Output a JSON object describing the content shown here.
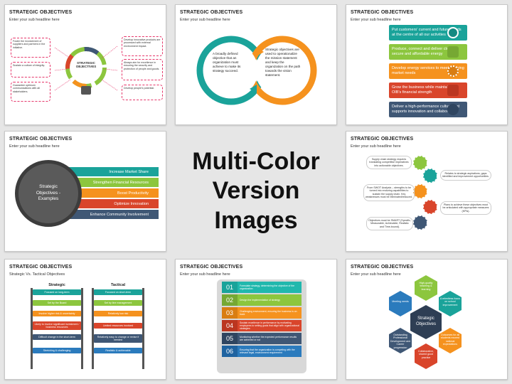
{
  "title": "STRATEGIC OBJECTIVES",
  "subtitle": "Enter your sub headline here",
  "center": {
    "line1": "Multi-Color",
    "line2": "Version Images"
  },
  "slide1": {
    "hub": "STRATEGIC OBJECTIVES",
    "left": [
      "Foster the involvement of suppliers and partners in the initiative.",
      "Sustain a culture of integrity.",
      "Guarantee optimum communications with all stakeholders."
    ],
    "right": [
      "Develop innovative products are processed with external environment impact.",
      "Always aim for excellence in ensuring the security and protection of people and goods.",
      "Develop people's potential."
    ]
  },
  "slide2": {
    "left": "A broadly defined objective that an organization must achieve to make its strategy succeed.",
    "right": "Strategic objectives are used to operationalize the mission statement and keep the organization on the path towards the vision statement."
  },
  "slide3": {
    "items": [
      "Put customers' current and future needs at the centre of all our activities",
      "Produce, connect and deliver clean, secure and affordable energy",
      "Develop energy services to meet evolving market needs",
      "Grow the business while maintaining OIB's financial strength",
      "Deliver a high-performance culture that supports innovation and collaboration"
    ],
    "colors": [
      "#1ba39c",
      "#8dc63f",
      "#f7941d",
      "#e04f2f",
      "#3d5a80"
    ]
  },
  "slide4": {
    "circle": "Strategic Objectives - Examples",
    "bars": [
      "Increase Market Share",
      "Strengthen Financial Resources",
      "Boost Productivity",
      "Optimize Innovation",
      "Enhance Community Involvement"
    ],
    "colors": [
      "#1aa39a",
      "#8cc63e",
      "#f5921e",
      "#d9452b",
      "#3f5775"
    ]
  },
  "slide5": {
    "items": [
      "Supply chain strategy requires translating competitive imperatives into actionable objectives.",
      "Relates to strategic aspirations, gaps identified and improvement opportunities.",
      "From SWOT Analysis – strengths to be turned into enduring capabilities to sustain the supply chain. Key weaknesses must be eliminated/reduced.",
      "Plans to achieve these objectives must be articulated with appropriate measures (KPIs).",
      "Objectives must be SMART (Specific, Measurable, Achievable, Realistic and Time-bound)."
    ]
  },
  "slide6": {
    "subtitle": "Strategic Vs. Tactical Objectives",
    "strategic_head": "Strategic",
    "tactical_head": "Tactical",
    "strategic": [
      "Focused on long-term",
      "Set by the Board",
      "Involve higher risk & uncertainty",
      "Likely to involve significant investment / business resources",
      "Difficult change in the short-term",
      "Stretching & challenging"
    ],
    "tactical": [
      "Focused on short-term",
      "Set by line management",
      "Relatively low risk",
      "Limited resources involved",
      "Relatively easy to change or revise if needed",
      "Realistic & achievable"
    ],
    "colors": [
      "#1aa39a",
      "#8cc63e",
      "#f5921e",
      "#d9452b",
      "#3f5775",
      "#2b7bbd"
    ]
  },
  "slide7": {
    "rows": [
      {
        "n": "01",
        "t": "Formulate strategy, determining the objective of the organization"
      },
      {
        "n": "02",
        "t": "Design the implementation of strategy"
      },
      {
        "n": "03",
        "t": "Challenging environment, ensuring the business is on track"
      },
      {
        "n": "04",
        "t": "Sustain excellence in performance by motivating employees to setting goals that align with organizational strategies"
      },
      {
        "n": "05",
        "t": "Monitoring whether the expected performance results are achieved or not"
      },
      {
        "n": "06",
        "t": "Ensuring that the organization is competing with the relevant legal, environment requirement"
      }
    ],
    "colors": [
      "#1aa39a",
      "#8cc63e",
      "#f5921e",
      "#d9452b",
      "#3f5775",
      "#2b7bbd"
    ]
  },
  "slide8": {
    "hub": "Strategic Objectives",
    "petals": [
      "High-quality teaching & learning",
      "A relentless focus on school improvement",
      "Outcomes for all students exceed national expectations",
      "Collaborative, shared good practice",
      "Outstanding Professional Development and Career progression",
      "Meeting needs"
    ],
    "colors": [
      "#8cc63e",
      "#1aa39a",
      "#f5921e",
      "#d9452b",
      "#3f5775",
      "#2b7bbd"
    ]
  }
}
